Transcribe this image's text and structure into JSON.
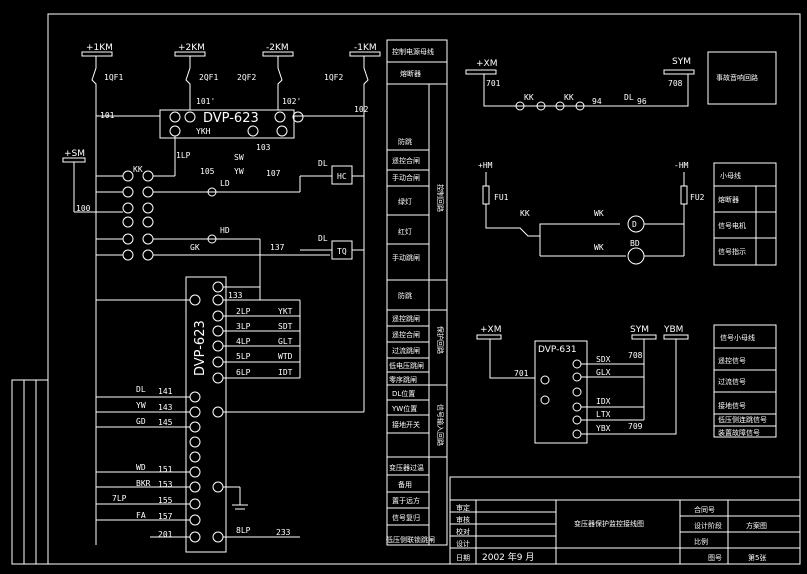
{
  "buses": {
    "p1km": "+1KM",
    "p2km": "+2KM",
    "m2km": "-2KM",
    "m1km": "-1KM",
    "psm": "+SM",
    "pxm": "+XM",
    "sym": "SYM",
    "ybm": "YBM"
  },
  "breakers": {
    "qf1_1": "1QF1",
    "qf1_2": "2QF1",
    "qf2_2": "2QF2",
    "qf2_1": "1QF2"
  },
  "modules": {
    "dvp623": "DVP-623",
    "dvp631": "DVP-631"
  },
  "relays": {
    "hc": "HC",
    "tq": "TQ"
  },
  "functions": [
    "控制电源母线",
    "熔断器",
    "防跳",
    "遥控合闸",
    "手动合闸",
    "绿灯",
    "红灯",
    "手动跳闸",
    "防跳",
    "遥控跳闸",
    "遥控合闸",
    "过流跳闸",
    "低电压跳闸",
    "零序跳闸",
    "DL位置",
    "YW位置",
    "接地开关",
    "变压器过温",
    "备用",
    "置于远方",
    "信号复归",
    "低压侧联锁跳闸",
    "控制回路",
    "保护回路",
    "信号输入回路"
  ],
  "right_boxes": [
    "事故音响回路",
    "小母线",
    "熔断器",
    "信号电机",
    "信号指示",
    "信号小母线",
    "遥控信号",
    "过流信号",
    "接地信号",
    "低压侧连跳信号",
    "装置故障信号"
  ],
  "title_block": {
    "row1": "审定",
    "row2": "审核",
    "row3": "校对",
    "row4": "设计",
    "row5": "日期",
    "date": "2002 年9 月",
    "drawing_title": "变压器保护监控接线图",
    "cell_a": "合同号",
    "cell_b": "设计阶段",
    "cell_c": "方案图",
    "cell_d": "比例",
    "cell_e": "图号",
    "page": "第5张"
  }
}
